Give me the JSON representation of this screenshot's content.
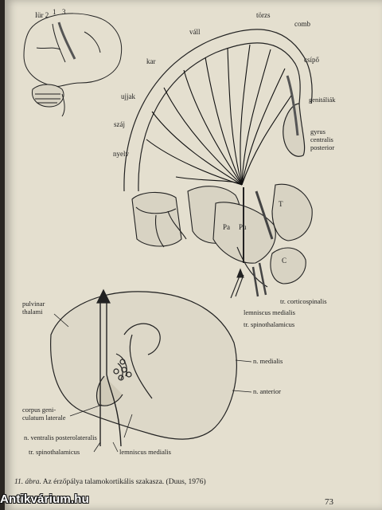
{
  "top_figure": {
    "brain_inset_labels": [
      "Iür 2",
      "1",
      "3"
    ],
    "body_labels": [
      "törzs",
      "comb",
      "váll",
      "csípő",
      "kar",
      "genitáliák",
      "ujjak",
      "gyrus",
      "centralis",
      "posterior",
      "száj",
      "nyelv"
    ],
    "structure_labels": [
      "T",
      "Pa",
      "Pu",
      "C"
    ],
    "tract_labels": [
      "tr. corticospinalis",
      "lemniscus medialis",
      "tr. spinothalamicus"
    ]
  },
  "bottom_figure": {
    "labels": [
      "pulvinar",
      "thalami",
      "n. medialis",
      "n. anterior",
      "corpus geni-",
      "culatum laterale",
      "n. ventralis posterolateralis",
      "tr. spinothalamicus",
      "lemniscus medialis"
    ]
  },
  "caption": {
    "number": "11. ábra.",
    "text": " Az érzőpálya talamokortikális szakasza. (Duus, 1976)"
  },
  "page_number": "73",
  "watermark": "Antikvárium.hu",
  "colors": {
    "paper": "#e4dfcf",
    "ink": "#222222",
    "background": "#2a2622"
  }
}
